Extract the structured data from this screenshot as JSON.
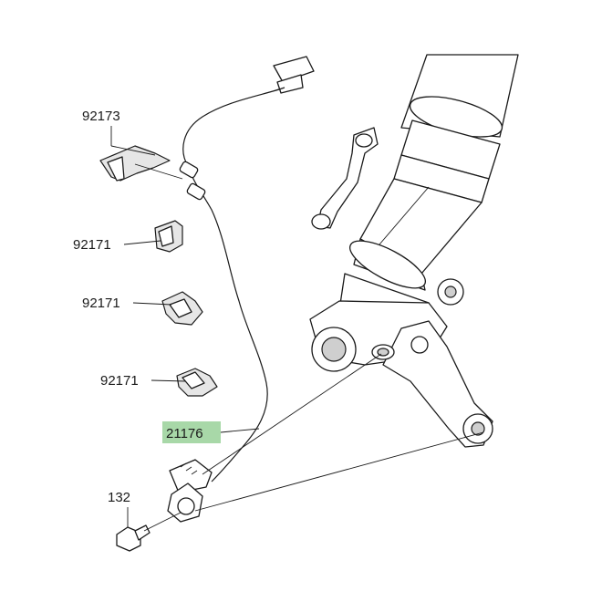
{
  "parts": [
    {
      "id": "p92173",
      "number": "92173"
    },
    {
      "id": "p92171a",
      "number": "92171"
    },
    {
      "id": "p92171b",
      "number": "92171"
    },
    {
      "id": "p92171c",
      "number": "92171"
    },
    {
      "id": "p21176",
      "number": "21176",
      "highlighted": true
    },
    {
      "id": "p132",
      "number": "132"
    }
  ],
  "colors": {
    "highlight": "#a8d8a8",
    "line": "#1a1a1a"
  }
}
